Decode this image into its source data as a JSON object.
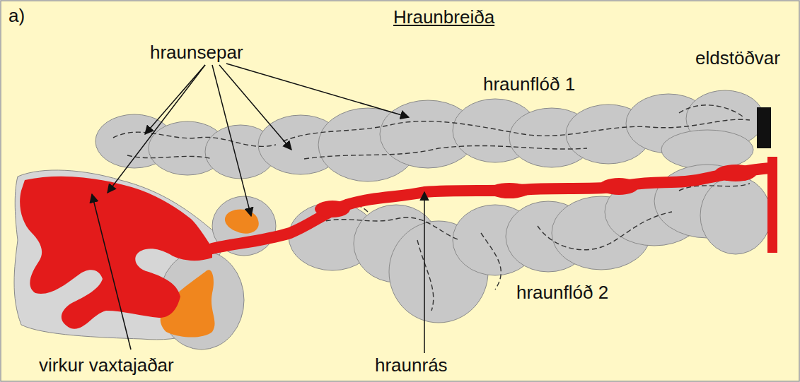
{
  "diagram": {
    "title": "Hraunbreiða",
    "labels": [
      "a)",
      "hraunsepar",
      "hraunflóð 1",
      "eldstöðvar",
      "hraunflóð 2",
      "virkur vaxtajaðar",
      "hraunrás"
    ]
  }
}
